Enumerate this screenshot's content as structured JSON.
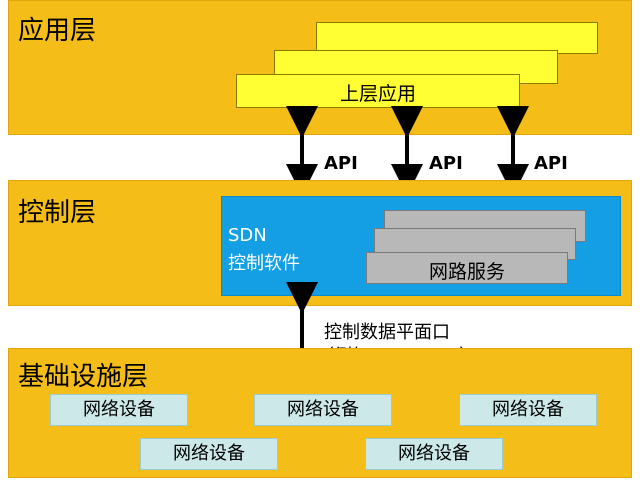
{
  "layers": {
    "application": "应用层",
    "control": "控制层",
    "infrastructure": "基础设施层"
  },
  "app_box_label": "上层应用",
  "api_labels": [
    "API",
    "API",
    "API"
  ],
  "sdn": {
    "line1": "SDN",
    "line2": "控制软件"
  },
  "network_service_label": "网路服务",
  "interface": {
    "line1": "控制数据平面口",
    "line2": "（例如OpenFlow）"
  },
  "devices": [
    "网络设备",
    "网络设备",
    "网络设备",
    "网络设备",
    "网络设备"
  ],
  "colors": {
    "layer_fill": "#f5bd17",
    "app_box_fill": "#ffff33",
    "sdn_fill": "#149ee4",
    "service_fill": "#b8b8b8",
    "device_fill": "#cce8e8"
  }
}
